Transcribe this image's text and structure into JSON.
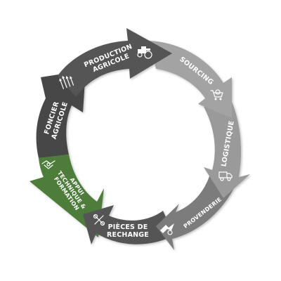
{
  "diagram": {
    "segments": [
      {
        "id": "production",
        "lines": [
          "PRODUCTION",
          "AGRICOLE"
        ],
        "icon": "tractor-icon",
        "color": "#555555"
      },
      {
        "id": "sourcing",
        "lines": [
          "SOURCING"
        ],
        "icon": "cart-icon",
        "color": "#a3a3a3"
      },
      {
        "id": "logistique",
        "lines": [
          "LOGISTIQUE"
        ],
        "icon": "truck-icon",
        "color": "#9a9a9a"
      },
      {
        "id": "provenderie",
        "lines": [
          "PROVENDERIE"
        ],
        "icon": "feed-icon",
        "color": "#7b7b7b"
      },
      {
        "id": "pieces",
        "lines": [
          "PIÈCES DE",
          "RECHANGE"
        ],
        "icon": "wrench-icon",
        "color": "#555555"
      },
      {
        "id": "appui",
        "lines": [
          "APPUI",
          "TECHNIQUE &",
          "FORMATION"
        ],
        "icon": "handshake-icon",
        "color": "#4e7b3b"
      },
      {
        "id": "foncier",
        "lines": [
          "FONCIER",
          "AGRICOLE"
        ],
        "icon": "field-icon",
        "color": "#474747"
      }
    ]
  }
}
